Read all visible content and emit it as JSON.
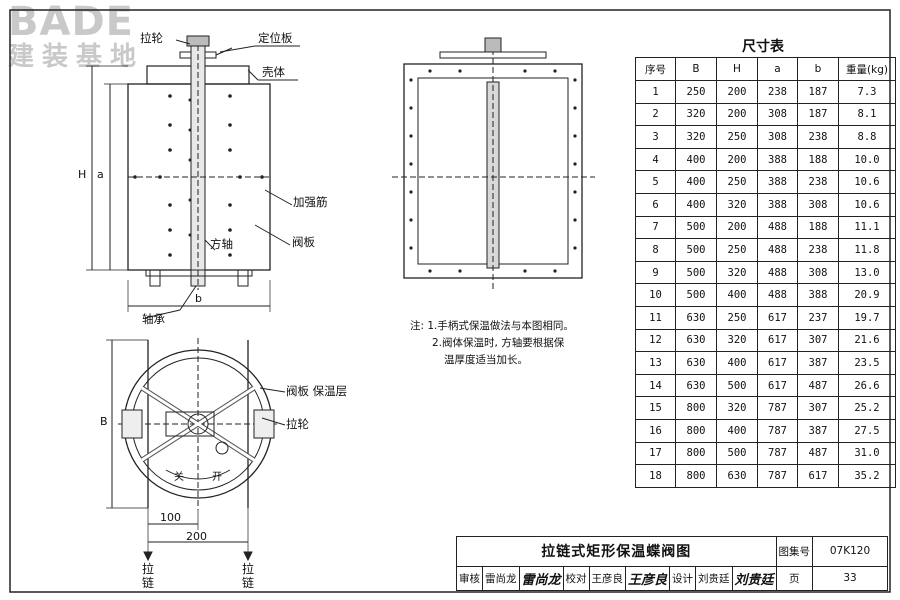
{
  "watermark": {
    "brand": "BADE",
    "subtitle": "建装基地"
  },
  "labels": {
    "lalun_top": "拉轮",
    "dingweiban": "定位板",
    "keti": "壳体",
    "jiaqiangjin": "加强筋",
    "fangzhou": "方轴",
    "faban": "阀板",
    "zhoucheng": "轴承",
    "faban_baowen": "阀板 保温层",
    "lalun_bottom": "拉轮",
    "guan": "关",
    "kai": "开",
    "lalian_left": "拉\n链",
    "lalian_right": "拉\n链"
  },
  "dims": {
    "H": "H",
    "a": "a",
    "b": "b",
    "B": "B",
    "d100": "100",
    "d200": "200"
  },
  "notes": {
    "line1": "注: 1.手柄式保温做法与本图相同。",
    "line2": "2.阀体保温时, 方轴要根据保",
    "line3": "温厚度适当加长。"
  },
  "table": {
    "title": "尺寸表",
    "headers": [
      "序号",
      "B",
      "H",
      "a",
      "b",
      "重量(kg)"
    ],
    "rows": [
      [
        "1",
        "250",
        "200",
        "238",
        "187",
        "7.3"
      ],
      [
        "2",
        "320",
        "200",
        "308",
        "187",
        "8.1"
      ],
      [
        "3",
        "320",
        "250",
        "308",
        "238",
        "8.8"
      ],
      [
        "4",
        "400",
        "200",
        "388",
        "188",
        "10.0"
      ],
      [
        "5",
        "400",
        "250",
        "388",
        "238",
        "10.6"
      ],
      [
        "6",
        "400",
        "320",
        "388",
        "308",
        "10.6"
      ],
      [
        "7",
        "500",
        "200",
        "488",
        "188",
        "11.1"
      ],
      [
        "8",
        "500",
        "250",
        "488",
        "238",
        "11.8"
      ],
      [
        "9",
        "500",
        "320",
        "488",
        "308",
        "13.0"
      ],
      [
        "10",
        "500",
        "400",
        "488",
        "388",
        "20.9"
      ],
      [
        "11",
        "630",
        "250",
        "617",
        "237",
        "19.7"
      ],
      [
        "12",
        "630",
        "320",
        "617",
        "307",
        "21.6"
      ],
      [
        "13",
        "630",
        "400",
        "617",
        "387",
        "23.5"
      ],
      [
        "14",
        "630",
        "500",
        "617",
        "487",
        "26.6"
      ],
      [
        "15",
        "800",
        "320",
        "787",
        "307",
        "25.2"
      ],
      [
        "16",
        "800",
        "400",
        "787",
        "387",
        "27.5"
      ],
      [
        "17",
        "800",
        "500",
        "787",
        "487",
        "31.0"
      ],
      [
        "18",
        "800",
        "630",
        "787",
        "617",
        "35.2"
      ]
    ]
  },
  "title_block": {
    "title": "拉链式矩形保温蝶阀图",
    "atlas_label": "图集号",
    "atlas_no": "07K120",
    "review_label": "审核",
    "reviewer": "雷尚龙",
    "reviewer_sig": "雷尚龙",
    "check_label": "校对",
    "checker": "王彦良",
    "checker_sig": "王彦良",
    "design_label": "设计",
    "designer": "刘贵廷",
    "designer_sig": "刘贵廷",
    "page_label": "页",
    "page_no": "33"
  }
}
